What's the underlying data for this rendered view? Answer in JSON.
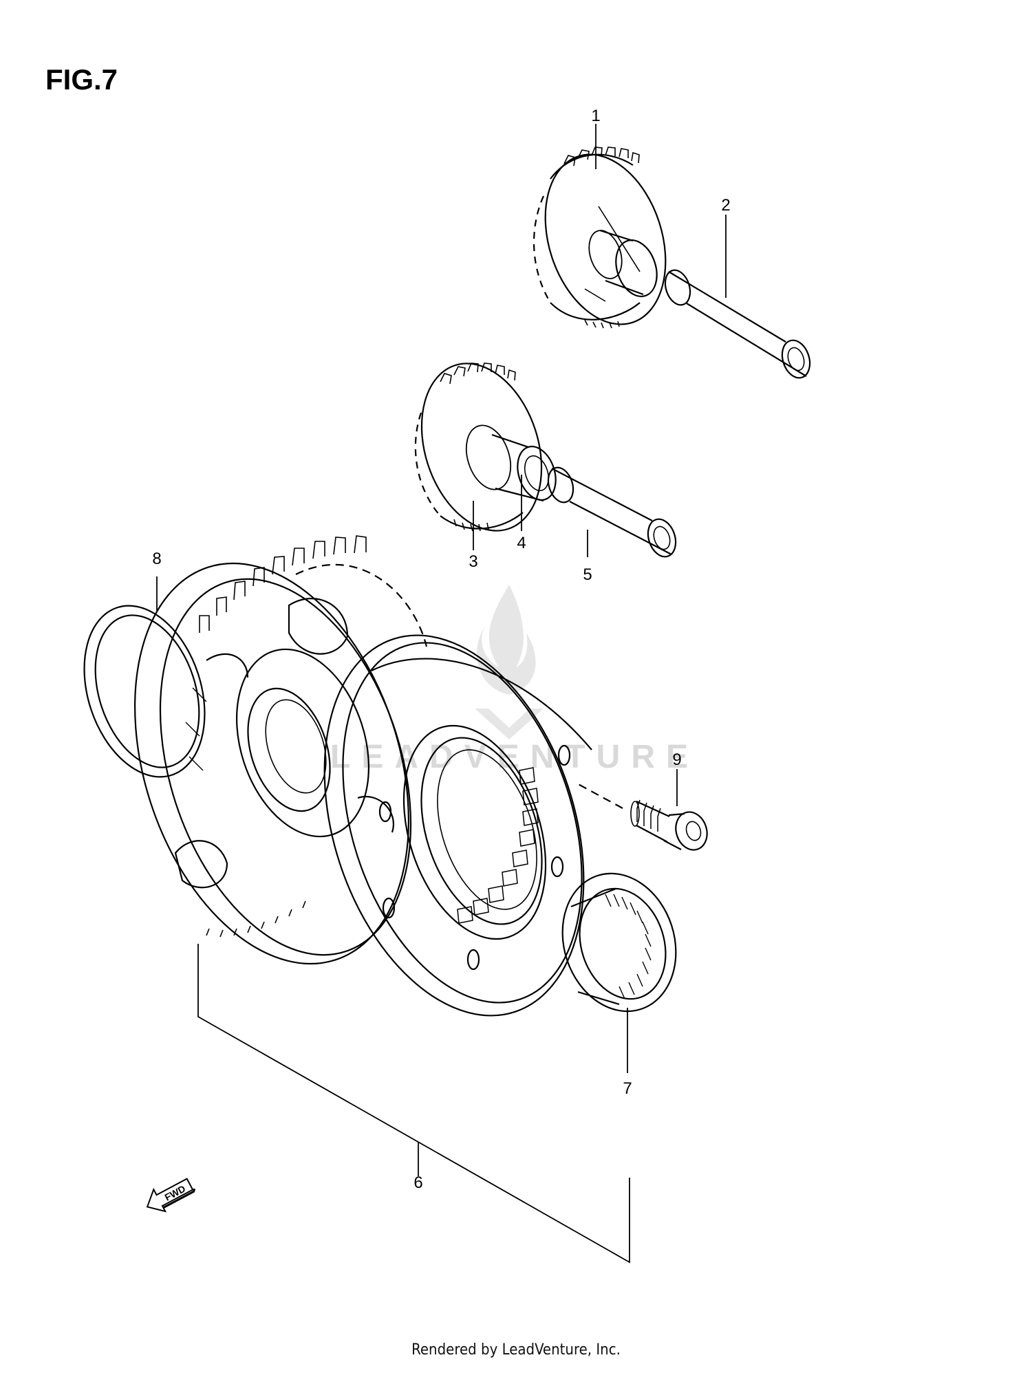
{
  "figure": {
    "title": "FIG.7"
  },
  "callouts": [
    {
      "id": "1",
      "label": "1"
    },
    {
      "id": "2",
      "label": "2"
    },
    {
      "id": "3",
      "label": "3"
    },
    {
      "id": "4",
      "label": "4"
    },
    {
      "id": "5",
      "label": "5"
    },
    {
      "id": "6",
      "label": "6"
    },
    {
      "id": "7",
      "label": "7"
    },
    {
      "id": "8",
      "label": "8"
    },
    {
      "id": "9",
      "label": "9"
    }
  ],
  "direction_marker": {
    "label": "FWD",
    "icon": "fwd-arrow-icon"
  },
  "watermark": {
    "text": "LEADVENTURE",
    "icon": "flame-logo-icon"
  },
  "footer": {
    "text": "Rendered by LeadVenture, Inc."
  }
}
